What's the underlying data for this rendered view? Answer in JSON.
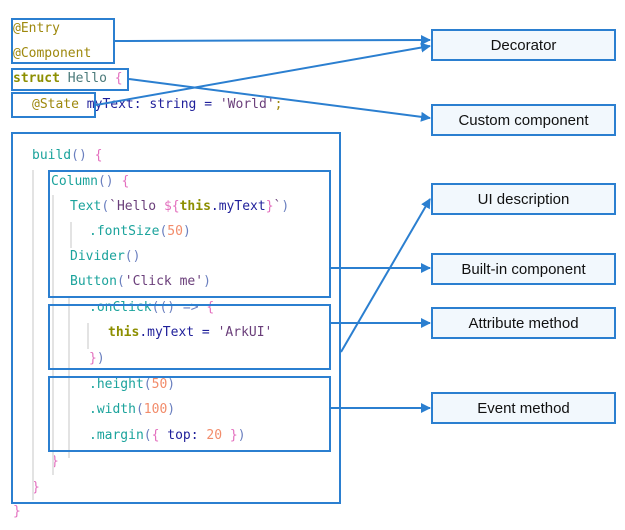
{
  "code_lines": [
    {
      "indent": 0,
      "tokens": [
        {
          "t": "@Entry",
          "c": "kw-dec"
        }
      ]
    },
    {
      "indent": 0,
      "tokens": [
        {
          "t": "@Component",
          "c": "kw-dec"
        }
      ]
    },
    {
      "indent": 0,
      "tokens": [
        {
          "t": "struct",
          "c": "kw-struct"
        },
        {
          "t": " Hello ",
          "c": "cls"
        },
        {
          "t": "{",
          "c": "brace"
        }
      ]
    },
    {
      "indent": 1,
      "tokens": [
        {
          "t": "@State",
          "c": "kw-dec"
        },
        {
          "t": " myText: string = ",
          "c": "ident"
        },
        {
          "t": "'World'",
          "c": "str"
        },
        {
          "t": ";",
          "c": "kw-dec"
        }
      ]
    },
    {
      "indent": 0,
      "tokens": []
    },
    {
      "indent": 1,
      "tokens": [
        {
          "t": "build",
          "c": "fn"
        },
        {
          "t": "() ",
          "c": "paren"
        },
        {
          "t": "{",
          "c": "brace"
        }
      ]
    },
    {
      "indent": 2,
      "tokens": [
        {
          "t": "Column",
          "c": "fn"
        },
        {
          "t": "() ",
          "c": "paren"
        },
        {
          "t": "{",
          "c": "brace"
        }
      ]
    },
    {
      "indent": 3,
      "tokens": [
        {
          "t": "Text",
          "c": "fn"
        },
        {
          "t": "(",
          "c": "paren"
        },
        {
          "t": "`Hello ",
          "c": "str"
        },
        {
          "t": "${",
          "c": "brace"
        },
        {
          "t": "this",
          "c": "this"
        },
        {
          "t": ".myText",
          "c": "ident"
        },
        {
          "t": "}",
          "c": "brace"
        },
        {
          "t": "`",
          "c": "str"
        },
        {
          "t": ")",
          "c": "paren"
        }
      ]
    },
    {
      "indent": 4,
      "tokens": [
        {
          "t": ".fontSize",
          "c": "fn"
        },
        {
          "t": "(",
          "c": "paren"
        },
        {
          "t": "50",
          "c": "num"
        },
        {
          "t": ")",
          "c": "paren"
        }
      ]
    },
    {
      "indent": 3,
      "tokens": [
        {
          "t": "Divider",
          "c": "fn"
        },
        {
          "t": "()",
          "c": "paren"
        }
      ]
    },
    {
      "indent": 3,
      "tokens": [
        {
          "t": "Button",
          "c": "fn"
        },
        {
          "t": "(",
          "c": "paren"
        },
        {
          "t": "'Click me'",
          "c": "str"
        },
        {
          "t": ")",
          "c": "paren"
        }
      ]
    },
    {
      "indent": 4,
      "tokens": [
        {
          "t": ".onClick",
          "c": "fn"
        },
        {
          "t": "(() => ",
          "c": "paren"
        },
        {
          "t": "{",
          "c": "brace"
        }
      ]
    },
    {
      "indent": 5,
      "tokens": [
        {
          "t": "this",
          "c": "this"
        },
        {
          "t": ".myText = ",
          "c": "ident"
        },
        {
          "t": "'ArkUI'",
          "c": "str"
        }
      ]
    },
    {
      "indent": 4,
      "tokens": [
        {
          "t": "}",
          "c": "brace"
        },
        {
          "t": ")",
          "c": "paren"
        }
      ]
    },
    {
      "indent": 4,
      "tokens": [
        {
          "t": ".height",
          "c": "fn"
        },
        {
          "t": "(",
          "c": "paren"
        },
        {
          "t": "50",
          "c": "num"
        },
        {
          "t": ")",
          "c": "paren"
        }
      ]
    },
    {
      "indent": 4,
      "tokens": [
        {
          "t": ".width",
          "c": "fn"
        },
        {
          "t": "(",
          "c": "paren"
        },
        {
          "t": "100",
          "c": "num"
        },
        {
          "t": ")",
          "c": "paren"
        }
      ]
    },
    {
      "indent": 4,
      "tokens": [
        {
          "t": ".margin",
          "c": "fn"
        },
        {
          "t": "(",
          "c": "paren"
        },
        {
          "t": "{",
          "c": "brace"
        },
        {
          "t": " top: ",
          "c": "ident"
        },
        {
          "t": "20",
          "c": "num"
        },
        {
          "t": " ",
          "c": "ident"
        },
        {
          "t": "}",
          "c": "brace"
        },
        {
          "t": ")",
          "c": "paren"
        }
      ]
    },
    {
      "indent": 2,
      "tokens": [
        {
          "t": "}",
          "c": "brace"
        }
      ]
    },
    {
      "indent": 1,
      "tokens": [
        {
          "t": "}",
          "c": "brace"
        }
      ]
    },
    {
      "indent": 0,
      "tokens": [
        {
          "t": "}",
          "c": "brace"
        }
      ]
    }
  ],
  "labels": {
    "decorator": "Decorator",
    "custom_component": "Custom component",
    "ui_description": "UI description",
    "builtin_component": "Built-in component",
    "attribute_method": "Attribute method",
    "event_method": "Event method"
  },
  "colors": {
    "accent": "#2b7fd0",
    "label_bg": "#f2f8fd"
  }
}
